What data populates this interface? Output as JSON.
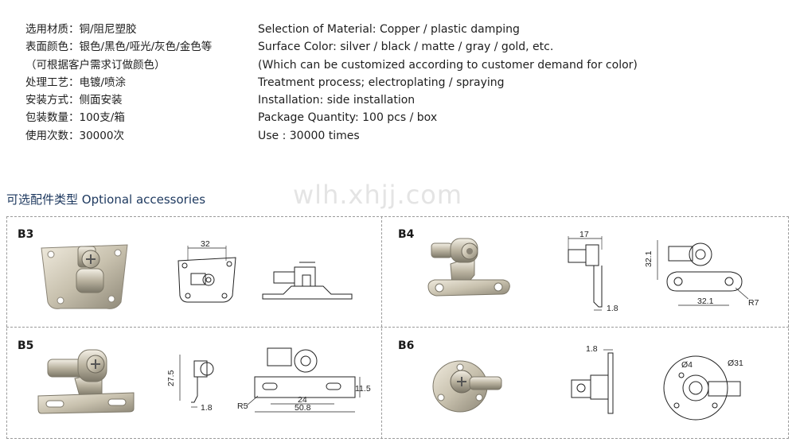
{
  "specs_cn": [
    "选用材质：铜/阻尼塑胶",
    "表面颜色：银色/黑色/哑光/灰色/金色等",
    "（可根据客户需求订做颜色）",
    "处理工艺：电镀/喷涂",
    "安装方式：侧面安装",
    "包装数量：100支/箱",
    "使用次数：30000次"
  ],
  "specs_en": [
    "Selection of Material: Copper / plastic damping",
    "Surface Color: silver / black / matte / gray / gold, etc.",
    "(Which can be customized according to customer demand for color)",
    "Treatment process; electroplating / spraying",
    "Installation: side installation",
    "Package Quantity: 100 pcs / box",
    "Use : 30000 times"
  ],
  "section_title": "可选配件类型 Optional accessories",
  "watermark": "wlh.xhjj.com",
  "accessories": {
    "b3": {
      "label": "B3",
      "dims": [
        "32"
      ]
    },
    "b4": {
      "label": "B4",
      "dims": [
        "17",
        "1.8",
        "32.1",
        "32.1",
        "R7"
      ]
    },
    "b5": {
      "label": "B5",
      "dims": [
        "27.5",
        "1.8",
        "11.5",
        "24",
        "50.8",
        "R5"
      ]
    },
    "b6": {
      "label": "B6",
      "dims": [
        "1.8",
        "Ø4",
        "Ø31"
      ]
    }
  },
  "colors": {
    "metal": "#cfc9b9",
    "metal_dark": "#8a8476",
    "title": "#1f3a60",
    "line": "#222222"
  }
}
